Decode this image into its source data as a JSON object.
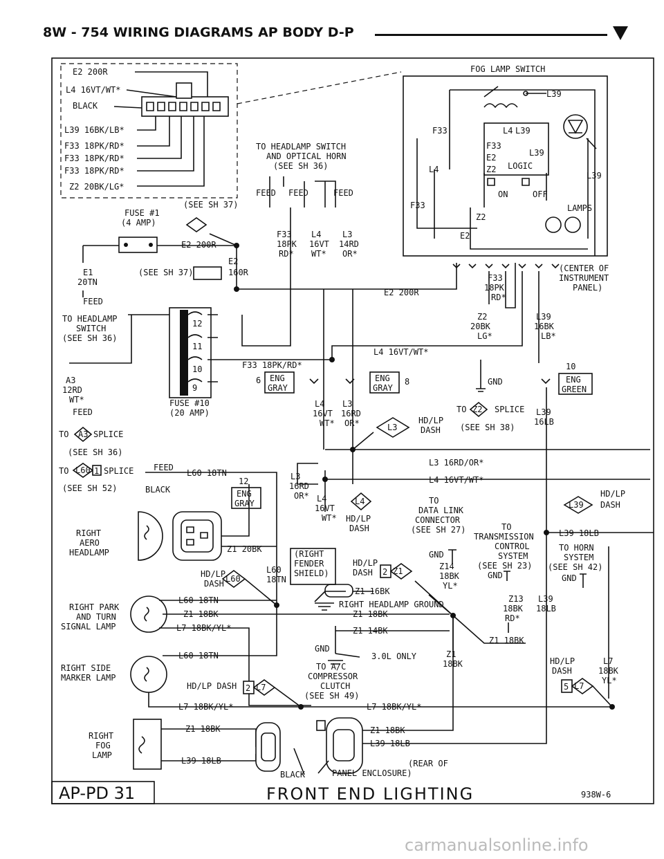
{
  "header": {
    "title": "8W - 754     WIRING DIAGRAMS AP BODY D-P"
  },
  "connector_block": {
    "lines": [
      "E2 200R",
      "L4 16VT/WT*",
      "BLACK",
      "L39 16BK/LB*",
      "F33 18PK/RD*",
      "F33 18PK/RD*",
      "F33 18PK/RD*",
      "Z2 20BK/LG*"
    ]
  },
  "fog_switch": {
    "title": "FOG LAMP SWITCH",
    "labels": [
      "L39",
      "F33",
      "L4",
      "L39",
      "F33",
      "E2",
      "Z2",
      "L39",
      "LOGIC",
      "L4",
      "L39",
      "F33",
      "ON",
      "OFF",
      "LAMPS",
      "Z2",
      "E2"
    ]
  },
  "headlamp_ref": [
    "TO HEADLAMP SWITCH",
    "AND OPTICAL HORN",
    "(SEE SH 36)"
  ],
  "feed_labels": [
    "FEED",
    "FEED",
    "FEED"
  ],
  "wire_labels": {
    "top_wires": [
      "F33",
      "18PK",
      "RD*",
      "L4",
      "16VT",
      "WT*",
      "L3",
      "14RD",
      "OR*"
    ],
    "see_sh37": "(SEE SH 37)",
    "fuse1": [
      "FUSE #1",
      "(4 AMP)"
    ],
    "e2_200r_a": "E2 200R",
    "e2_160r": [
      "E2",
      "160R"
    ],
    "see_sh37_b": "(SEE SH 37)",
    "e1": [
      "E1",
      "20TN"
    ],
    "feed_a": "FEED",
    "to_headlamp_sw": [
      "TO HEADLAMP",
      "SWITCH",
      "(SEE SH 36)"
    ],
    "e2_200r_b": "E2 200R",
    "center_panel": [
      "(CENTER OF",
      "INSTRUMENT",
      "PANEL)"
    ],
    "f33_mid": [
      "F33",
      "18PK",
      "RD*"
    ],
    "z2_mid": [
      "Z2",
      "20BK",
      "LG*"
    ],
    "l39_mid": [
      "L39",
      "16BK",
      "LB*"
    ],
    "l4_mid": "L4 16VT/WT*",
    "f33_18pk": "F33 18PK/RD*",
    "fuse_numbers": [
      "12",
      "11",
      "10",
      "9"
    ],
    "fuse10": [
      "FUSE #10",
      "(20 AMP)"
    ],
    "eng_gray_1": [
      "6",
      "ENG",
      "GRAY"
    ],
    "eng_gray_2": [
      "ENG",
      "GRAY",
      "8"
    ],
    "eng_green": [
      "10",
      "ENG",
      "GREEN"
    ],
    "gnd_a": "GND",
    "a3": [
      "A3",
      "12RD",
      "WT*"
    ],
    "feed_b": "FEED",
    "to_a3_splice": [
      "TO",
      "A3",
      "SPLICE",
      "(SEE SH 36)"
    ],
    "l4_l3_low": [
      "L4",
      "16VT",
      "WT*",
      "L3",
      "16RD",
      "OR*"
    ],
    "hd_lp_dash_l3": [
      "L3",
      "HD/LP",
      "DASH"
    ],
    "to_z2_splice": [
      "TO",
      "Z2",
      "SPLICE",
      "(SEE SH 38)"
    ],
    "l39_16lb": [
      "L39",
      "16LB"
    ],
    "l3_16rd": "L3 16RD/OR*",
    "l4_16vt": "L4 16VT/WT*",
    "to_l60_splice": [
      "TO",
      "L60",
      "1",
      "SPLICE",
      "FEED",
      "L60 18TN",
      "(SEE SH 52)"
    ],
    "black_a": "BLACK",
    "eng_gray_3": [
      "12",
      "ENG",
      "GRAY"
    ],
    "l3_16rd_b": [
      "L3",
      "16RD",
      "OR*"
    ],
    "l4_16vt_b": [
      "L4",
      "16VT",
      "WT*"
    ],
    "l4_hd_lp": [
      "L4",
      "HD/LP",
      "DASH"
    ],
    "to_data_link": [
      "TO",
      "DATA LINK",
      "CONNECTOR",
      "(SEE SH 27)"
    ],
    "hd_lp_l39": [
      "HD/LP",
      "L39",
      "DASH"
    ],
    "l39_18lb": "L39 18LB",
    "right_aero": [
      "RIGHT",
      "AERO",
      "HEADLAMP"
    ],
    "z1_20bk": "Z1 20BK",
    "right_fender": [
      "(RIGHT",
      "FENDER",
      "SHIELD)"
    ],
    "hd_lp_l60": [
      "HD/LP",
      "L60",
      "DASH"
    ],
    "l60_18tn": [
      "L60",
      "18TN"
    ],
    "hd_lp_z1": [
      "HD/LP",
      "DASH",
      "2",
      "Z1"
    ],
    "gnd_b": "GND",
    "z14": [
      "Z14",
      "18BK",
      "YL*"
    ],
    "to_transmission": [
      "TO",
      "TRANSMISSION",
      "CONTROL",
      "SYSTEM",
      "(SEE SH 23)"
    ],
    "to_horn": [
      "TO HORN",
      "SYSTEM",
      "(SEE SH 42)"
    ],
    "gnd_c": "GND",
    "gnd_d": "GND",
    "z1_16bk": "Z1 16BK",
    "right_headlamp_ground": "RIGHT HEADLAMP GROUND",
    "z1_18bk_a": "Z1 18BK",
    "z13": [
      "Z13",
      "18BK",
      "RD*"
    ],
    "l39_18lb_b": [
      "L39",
      "18LB"
    ],
    "right_park": [
      "RIGHT PARK",
      "AND TURN",
      "SIGNAL LAMP"
    ],
    "l60_18tn_b": "L60 18TN",
    "z1_18bk_b": "Z1 18BK",
    "l7_18bk": "L7 18BK/YL*",
    "z1_14bk": "Z1 14BK",
    "z1_18bk_c": "Z1 18BK",
    "gnd_e": "GND",
    "only_30l": "3.0L ONLY",
    "to_ac": [
      "TO A/C",
      "COMPRESSOR",
      "CLUTCH",
      "(SEE SH 49)"
    ],
    "z1_18bk_d": [
      "Z1",
      "18BK"
    ],
    "hd_lp_l7": [
      "HD/LP",
      "DASH",
      "5",
      "L7"
    ],
    "l7_18bk_b": [
      "L7",
      "18BK",
      "YL*"
    ],
    "right_side_marker": [
      "RIGHT SIDE",
      "MARKER LAMP"
    ],
    "l60_18tn_c": "L60 18TN",
    "hd_lp_dash_2l7": [
      "HD/LP DASH",
      "2",
      "L7"
    ],
    "l7_18bk_c": "L7 18BK/YL*",
    "l7_18bk_d": "L7 18BK/YL*",
    "right_fog": [
      "RIGHT",
      "FOG",
      "LAMP"
    ],
    "z1_18bk_e": "Z1 18BK",
    "l39_18lb_c": "L39 18LB",
    "z1_18bk_f": "Z1 18BK",
    "l39_18lb_d": "L39 18LB",
    "black_b": "BLACK",
    "rear_panel": [
      "(REAR OF",
      "PANEL ENCLOSURE)"
    ]
  },
  "footer": {
    "code": "AP-PD 31",
    "title": "FRONT END LIGHTING",
    "ref": "938W-6"
  },
  "watermark": "carmanualsonline.info"
}
